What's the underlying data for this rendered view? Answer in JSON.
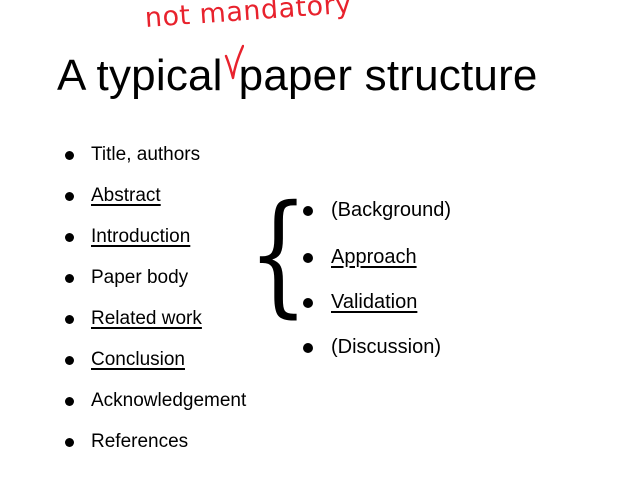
{
  "slide": {
    "annotation": "not mandatory",
    "title_before": "A typical",
    "title_after": "paper structure",
    "brace": "{",
    "sections": [
      {
        "label": "Title, authors",
        "underlined": false
      },
      {
        "label": "Abstract",
        "underlined": true
      },
      {
        "label": "Introduction",
        "underlined": true
      },
      {
        "label": "Paper body",
        "underlined": false
      },
      {
        "label": "Related work",
        "underlined": true
      },
      {
        "label": "Conclusion",
        "underlined": true
      },
      {
        "label": "Acknowledgement",
        "underlined": false
      },
      {
        "label": "References",
        "underlined": false
      }
    ],
    "body_parts": [
      {
        "label": "(Background)",
        "underlined": false
      },
      {
        "label": "Approach",
        "underlined": true
      },
      {
        "label": "Validation",
        "underlined": true
      },
      {
        "label": "(Discussion)",
        "underlined": false
      }
    ],
    "colors": {
      "annotation": "#e8222d",
      "text": "#000000",
      "background": "#ffffff"
    }
  }
}
